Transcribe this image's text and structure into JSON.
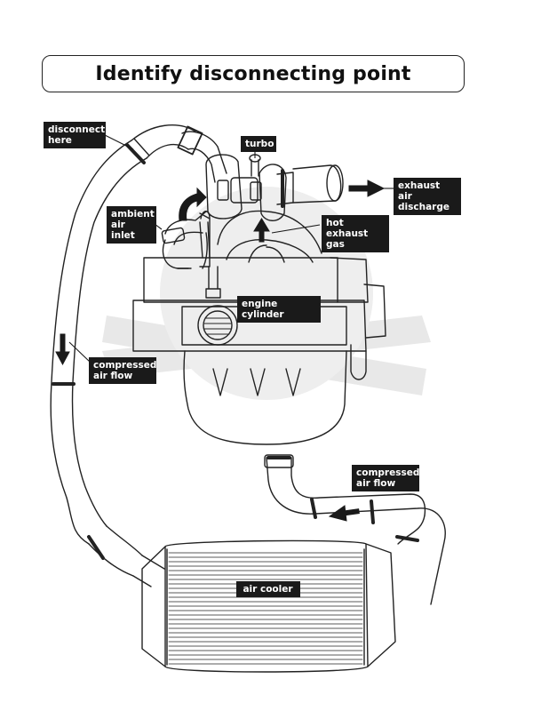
{
  "title": "Identify disconnecting point",
  "labels": {
    "disconnect": "disconnect\nhere",
    "turbo": "turbo",
    "exhaust": "exhaust air\ndischarge",
    "ambient": "ambient\nair inlet",
    "hot_gas": "hot exhaust\ngas",
    "engine": "engine cylinder",
    "compressed_left": "compressed\nair flow",
    "compressed_right": "compressed\nair flow",
    "cooler": "air cooler"
  },
  "colors": {
    "ink": "#1a1a1a",
    "watermark": "#e6e6e6"
  }
}
